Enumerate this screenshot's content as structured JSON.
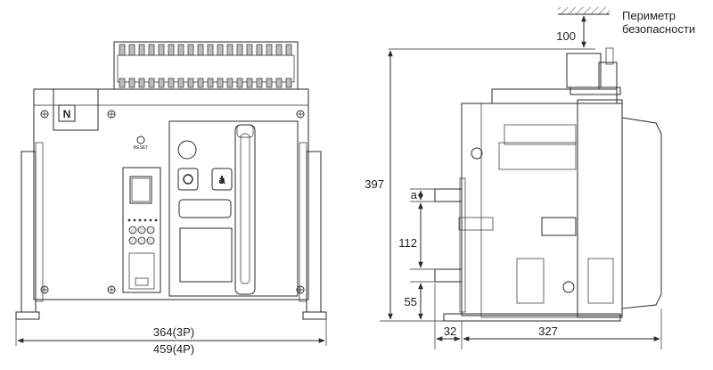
{
  "front_view": {
    "n_badge": "N",
    "reset_label": "RESET",
    "on_button": "I",
    "dim_width_3p": "364(3P)",
    "dim_width_4p": "459(4P)"
  },
  "side_view": {
    "perimeter_label_line1": "Периметр",
    "perimeter_label_line2": "безопасности",
    "dim_clearance": "100",
    "dim_height": "397",
    "dim_a": "a",
    "dim_112": "112",
    "dim_55": "55",
    "dim_32": "32",
    "dim_depth": "327"
  },
  "colors": {
    "body_fill": "#d4d4d4",
    "panel_fill": "#c8c8c8",
    "dark_fill": "#9a9a9a",
    "outline": "#2a2a2a"
  }
}
